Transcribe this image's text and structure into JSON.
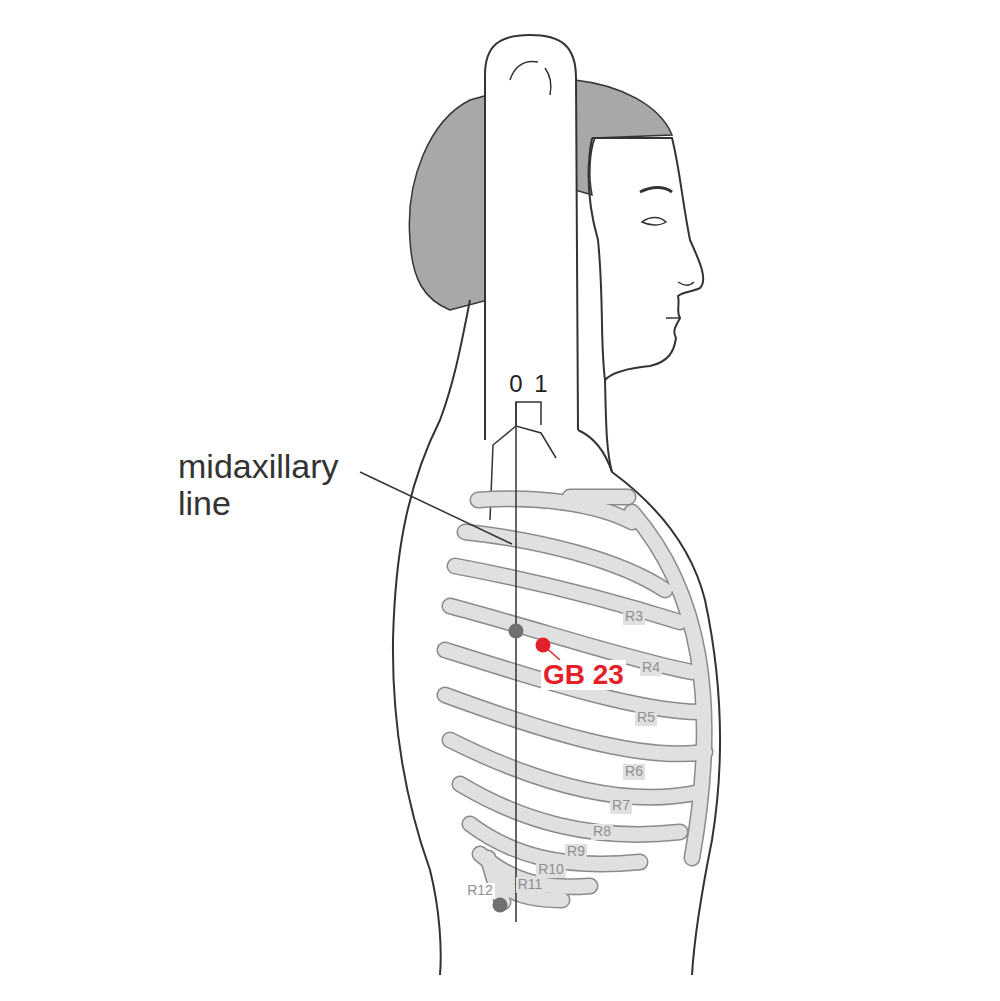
{
  "diagram": {
    "labels": [
      "0",
      "1",
      "midaxillary line",
      "R3",
      "R4",
      "R5",
      "R6",
      "R7",
      "R8",
      "R9",
      "R10",
      "R11",
      "R12",
      "GB 23"
    ]
  }
}
